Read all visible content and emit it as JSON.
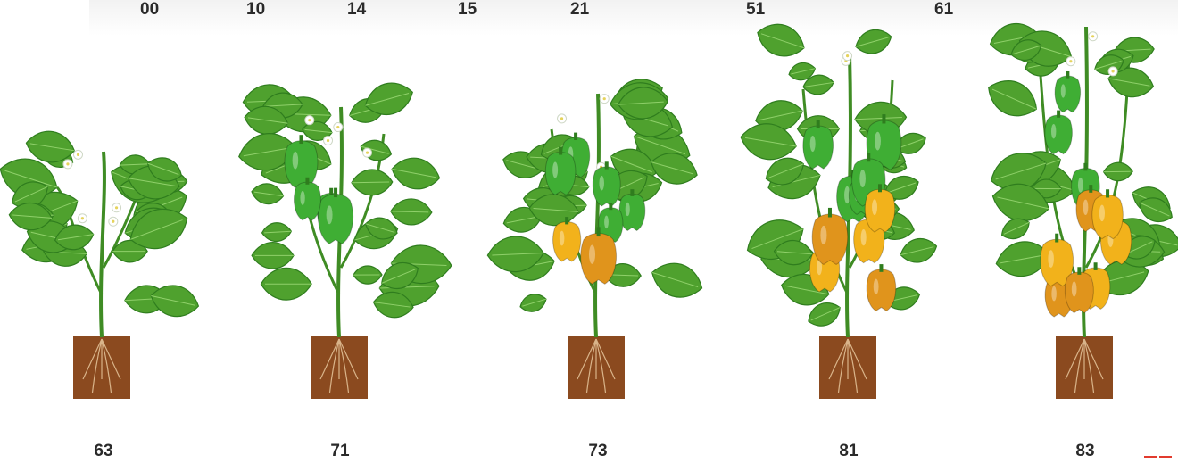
{
  "top_codes": [
    "00",
    "10",
    "14",
    "15",
    "21",
    "51",
    "61"
  ],
  "bottom_codes": [
    "63",
    "71",
    "73",
    "81",
    "83"
  ],
  "colors": {
    "soil": "#8b4a1f",
    "leaf": "#4fa12e",
    "leaf_dark": "#2f7d1e",
    "pepper_green": "#3fae34",
    "pepper_yellow": "#f2b21b",
    "pepper_orange": "#e0941c",
    "flower": "#ffffff",
    "accent_mark": "#e23b2e"
  },
  "plants": [
    {
      "stage": "63",
      "peppers_green": 0,
      "peppers_yellow": 0,
      "flowers": 5
    },
    {
      "stage": "71",
      "peppers_green": 4,
      "peppers_yellow": 0,
      "flowers": 4
    },
    {
      "stage": "73",
      "peppers_green": 5,
      "peppers_yellow": 2,
      "flowers": 3
    },
    {
      "stage": "81",
      "peppers_green": 5,
      "peppers_yellow": 5,
      "flowers": 2
    },
    {
      "stage": "83",
      "peppers_green": 3,
      "peppers_yellow": 7,
      "flowers": 3
    }
  ]
}
